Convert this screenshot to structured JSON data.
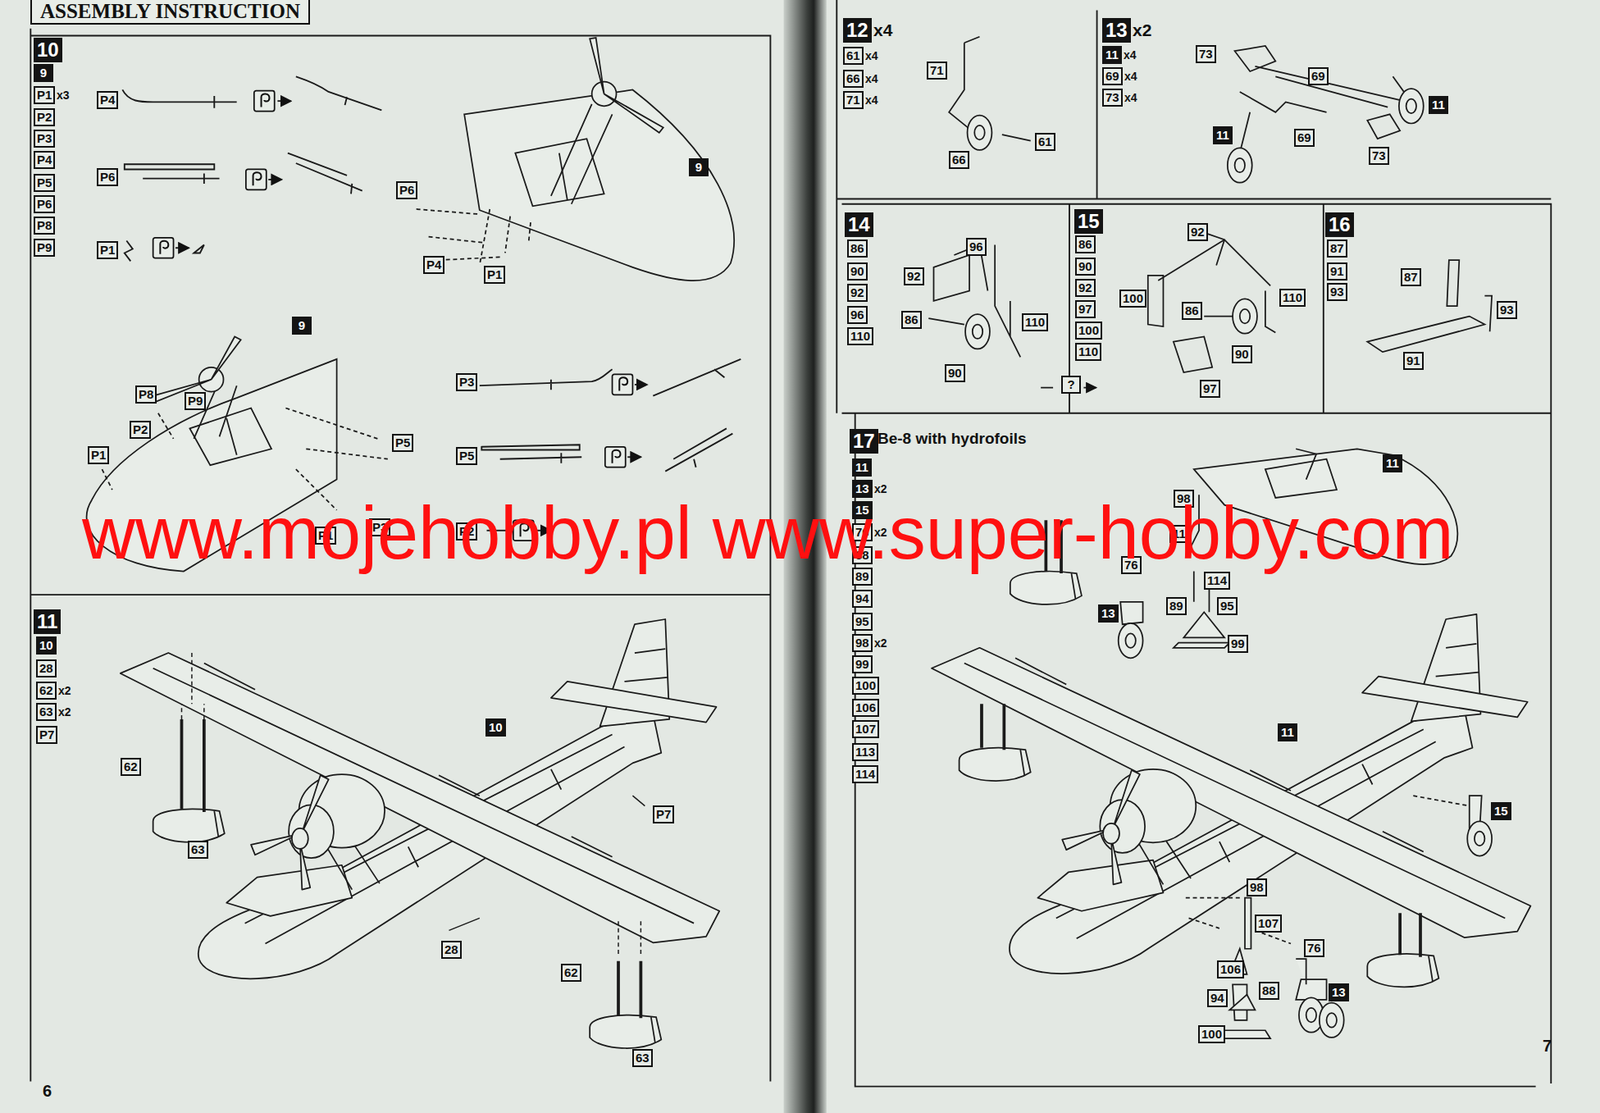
{
  "diagram": {
    "title": "ASSEMBLY INSTRUCTION",
    "nodes": [
      {
        "text": [
          "10"
        ]
      },
      {
        "text": [
          "9"
        ]
      },
      {
        "text": [
          "P1"
        ]
      },
      {
        "text": [
          "P2"
        ]
      },
      {
        "text": [
          "P3"
        ]
      },
      {
        "text": [
          "P4"
        ]
      },
      {
        "text": [
          "P5"
        ]
      },
      {
        "text": [
          "P6"
        ]
      },
      {
        "text": [
          "P8"
        ]
      },
      {
        "text": [
          "P9"
        ]
      },
      {
        "text": [
          "P4"
        ]
      },
      {
        "text": [
          "P6"
        ]
      },
      {
        "text": [
          "P1"
        ]
      },
      {
        "text": [
          "P6"
        ]
      },
      {
        "text": [
          "P4"
        ]
      },
      {
        "text": [
          "P1"
        ]
      },
      {
        "text": [
          "9"
        ]
      },
      {
        "text": [
          "9"
        ]
      },
      {
        "text": [
          "P3"
        ]
      },
      {
        "text": [
          "P8"
        ]
      },
      {
        "text": [
          "P9"
        ]
      },
      {
        "text": [
          "P2"
        ]
      },
      {
        "text": [
          "P5"
        ]
      },
      {
        "text": [
          "P1"
        ]
      },
      {
        "text": [
          "P5"
        ]
      },
      {
        "text": [
          "P3"
        ]
      },
      {
        "text": [
          "P2"
        ]
      },
      {
        "text": [
          "P1"
        ]
      },
      {
        "text": [
          "11"
        ]
      },
      {
        "text": [
          "10"
        ]
      },
      {
        "text": [
          "28"
        ]
      },
      {
        "text": [
          "62"
        ]
      },
      {
        "text": [
          "63"
        ]
      },
      {
        "text": [
          "P7"
        ]
      },
      {
        "text": [
          "10"
        ]
      },
      {
        "text": [
          "62"
        ]
      },
      {
        "text": [
          "P7"
        ]
      },
      {
        "text": [
          "63"
        ]
      },
      {
        "text": [
          "28"
        ]
      },
      {
        "text": [
          "62"
        ]
      },
      {
        "text": [
          "63"
        ]
      },
      {
        "text": [
          "12"
        ]
      },
      {
        "text": [
          "61"
        ]
      },
      {
        "text": [
          "66"
        ]
      },
      {
        "text": [
          "71"
        ]
      },
      {
        "text": [
          "71"
        ]
      },
      {
        "text": [
          "61"
        ]
      },
      {
        "text": [
          "66"
        ]
      },
      {
        "text": [
          "13"
        ]
      },
      {
        "text": [
          "11"
        ]
      },
      {
        "text": [
          "69"
        ]
      },
      {
        "text": [
          "73"
        ]
      },
      {
        "text": [
          "73"
        ]
      },
      {
        "text": [
          "69"
        ]
      },
      {
        "text": [
          "11"
        ]
      },
      {
        "text": [
          "11"
        ]
      },
      {
        "text": [
          "69"
        ]
      },
      {
        "text": [
          "73"
        ]
      },
      {
        "text": [
          "14"
        ]
      },
      {
        "text": [
          "86"
        ]
      },
      {
        "text": [
          "90"
        ]
      },
      {
        "text": [
          "92"
        ]
      },
      {
        "text": [
          "96"
        ]
      },
      {
        "text": [
          "110"
        ]
      },
      {
        "text": [
          "96"
        ]
      },
      {
        "text": [
          "92"
        ]
      },
      {
        "text": [
          "86"
        ]
      },
      {
        "text": [
          "110"
        ]
      },
      {
        "text": [
          "90"
        ]
      },
      {
        "text": [
          "15"
        ]
      },
      {
        "text": [
          "86"
        ]
      },
      {
        "text": [
          "90"
        ]
      },
      {
        "text": [
          "92"
        ]
      },
      {
        "text": [
          "97"
        ]
      },
      {
        "text": [
          "100"
        ]
      },
      {
        "text": [
          "110"
        ]
      },
      {
        "text": [
          "92"
        ]
      },
      {
        "text": [
          "100"
        ]
      },
      {
        "text": [
          "110"
        ]
      },
      {
        "text": [
          "86"
        ]
      },
      {
        "text": [
          "90"
        ]
      },
      {
        "text": [
          "?"
        ]
      },
      {
        "text": [
          "97"
        ]
      },
      {
        "text": [
          "16"
        ]
      },
      {
        "text": [
          "87"
        ]
      },
      {
        "text": [
          "91"
        ]
      },
      {
        "text": [
          "93"
        ]
      },
      {
        "text": [
          "87"
        ]
      },
      {
        "text": [
          "93"
        ]
      },
      {
        "text": [
          "91"
        ]
      },
      {
        "text": [
          "17"
        ]
      },
      {
        "text": [
          "11"
        ]
      },
      {
        "text": [
          "13"
        ]
      },
      {
        "text": [
          "15"
        ]
      },
      {
        "text": [
          "76"
        ]
      },
      {
        "text": [
          "88"
        ]
      },
      {
        "text": [
          "89"
        ]
      },
      {
        "text": [
          "94"
        ]
      },
      {
        "text": [
          "95"
        ]
      },
      {
        "text": [
          "98"
        ]
      },
      {
        "text": [
          "99"
        ]
      },
      {
        "text": [
          "100"
        ]
      },
      {
        "text": [
          "106"
        ]
      },
      {
        "text": [
          "107"
        ]
      },
      {
        "text": [
          "113"
        ]
      },
      {
        "text": [
          "114"
        ]
      },
      {
        "text": [
          "11"
        ]
      },
      {
        "text": [
          "98"
        ]
      },
      {
        "text": [
          "11"
        ]
      },
      {
        "text": [
          "76"
        ]
      },
      {
        "text": [
          "114"
        ]
      },
      {
        "text": [
          "89"
        ]
      },
      {
        "text": [
          "95"
        ]
      },
      {
        "text": [
          "13"
        ]
      },
      {
        "text": [
          "99"
        ]
      },
      {
        "text": [
          "11"
        ]
      },
      {
        "text": [
          "15"
        ]
      },
      {
        "text": [
          "98"
        ]
      },
      {
        "text": [
          "107"
        ]
      },
      {
        "text": [
          "76"
        ]
      },
      {
        "text": [
          "106"
        ]
      },
      {
        "text": [
          "88"
        ]
      },
      {
        "text": [
          "13"
        ]
      },
      {
        "text": [
          "94"
        ]
      },
      {
        "text": [
          "100"
        ]
      }
    ],
    "labels": [
      "x3",
      "x2",
      "x2",
      "x4",
      "x4",
      "x4",
      "x4",
      "x2",
      "x4",
      "x4",
      "x4",
      "Be-8 with hydrofoils",
      "x2",
      "x2",
      "x2",
      "6",
      "7",
      "www.mojehobby.pl www.super-hobby.com"
    ]
  }
}
